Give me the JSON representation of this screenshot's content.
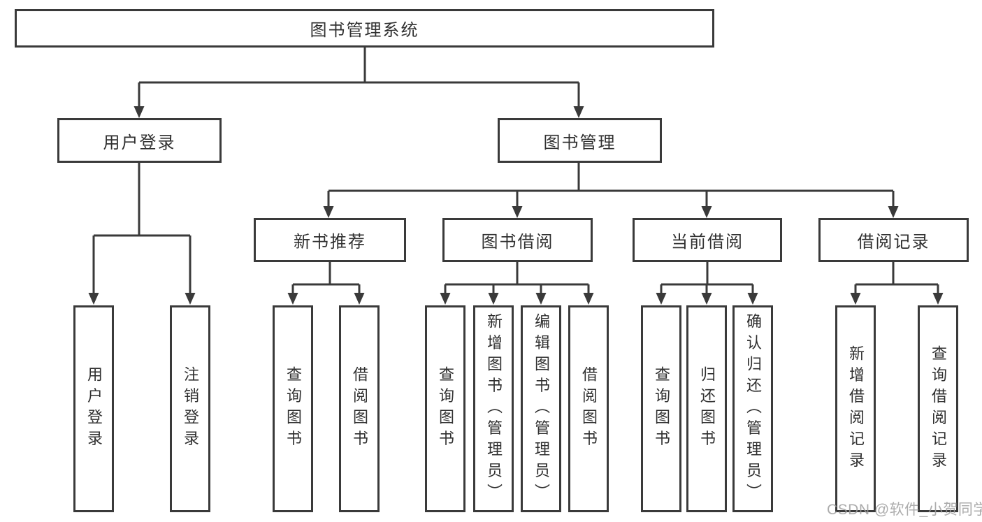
{
  "diagram": {
    "title": "图书管理系统",
    "root_label": "图书管理系统",
    "level2": [
      "用户登录",
      "图书管理"
    ],
    "level3": [
      "新书推荐",
      "图书借阅",
      "当前借阅",
      "借阅记录"
    ],
    "leaves": {
      "user_login": [
        "用户登录",
        "注销登录"
      ],
      "new_book_recommend": [
        "查询图书",
        "借阅图书"
      ],
      "book_borrow": [
        "查询图书",
        "新增图书（管理员）",
        "编辑图书（管理员）",
        "借阅图书"
      ],
      "current_borrow": [
        "查询图书",
        "归还图书",
        "确认归还（管理员）"
      ],
      "borrow_record": [
        "新增借阅记录",
        "查询借阅记录"
      ]
    }
  },
  "watermark": "CSDN @软件_小贺同学",
  "colors": {
    "line": "#3a3a3a",
    "box_border": "#3a3a3a",
    "text": "#303030",
    "watermark": "#9e9e9e",
    "background": "#ffffff"
  }
}
